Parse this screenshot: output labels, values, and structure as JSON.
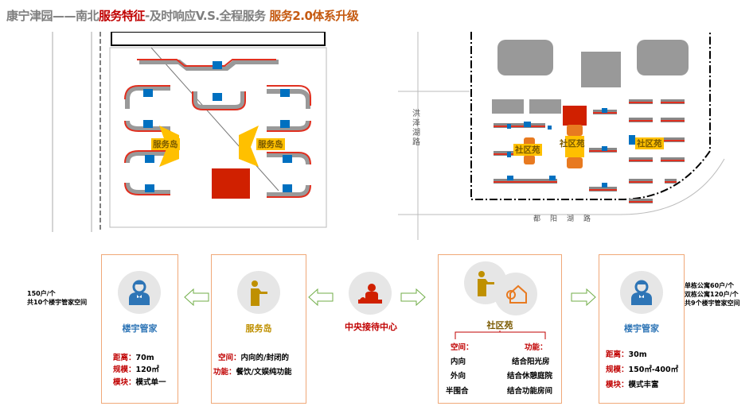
{
  "title": {
    "part1": "康宁津园——南北",
    "part2": "服务特征",
    "part3": "-及时响应V.S.全程服务 ",
    "part4": "服务2.0体系升级"
  },
  "colors": {
    "red": "#c00000",
    "orange": "#c55a11",
    "blue": "#2e75b6",
    "gold": "#bf9000",
    "box_border": "#f0a878",
    "arrow": "#70ad47"
  },
  "left_map": {
    "labels": [
      "服务岛",
      "服务岛"
    ]
  },
  "right_map": {
    "labels": [
      "社区苑",
      "社区苑",
      "社区苑"
    ],
    "roads": [
      "洪泽湖路",
      "都阳湖路"
    ]
  },
  "note_left": [
    "150户/个",
    "共10个楼宇管家空间"
  ],
  "note_right": [
    "单栋公寓60户/个",
    "双栋公寓120户/个",
    "共9个楼宇管家空间"
  ],
  "box1": {
    "icon": "butler-icon",
    "name": "楼宇管家",
    "rows": [
      {
        "k": "距离：",
        "v": "70m"
      },
      {
        "k": "规模：",
        "v": "120㎡"
      },
      {
        "k": "模块：",
        "v": "模式单一"
      }
    ]
  },
  "box2": {
    "icon": "waiter-icon",
    "name": "服务岛",
    "rows": [
      {
        "k": "空间：",
        "v": "内向的/封闭的"
      },
      {
        "k": "功能：",
        "v": "餐饮/文娱纯功能"
      }
    ]
  },
  "center": {
    "icon": "reception-icon",
    "name": "中央接待中心"
  },
  "box3": {
    "icon": "waiter-house-icon",
    "name": "社区苑",
    "left_head": "空间：",
    "right_head": "功能：",
    "left": [
      "内向",
      "外向",
      "半围合"
    ],
    "right": [
      "结合阳光房",
      "结合休憩庭院",
      "结合功能房间"
    ]
  },
  "box4": {
    "icon": "butler-icon",
    "name": "楼宇管家",
    "rows": [
      {
        "k": "距离：",
        "v": "30m"
      },
      {
        "k": "规模：",
        "v": "150㎡-400㎡"
      },
      {
        "k": "模块：",
        "v": "模式丰富"
      }
    ]
  }
}
